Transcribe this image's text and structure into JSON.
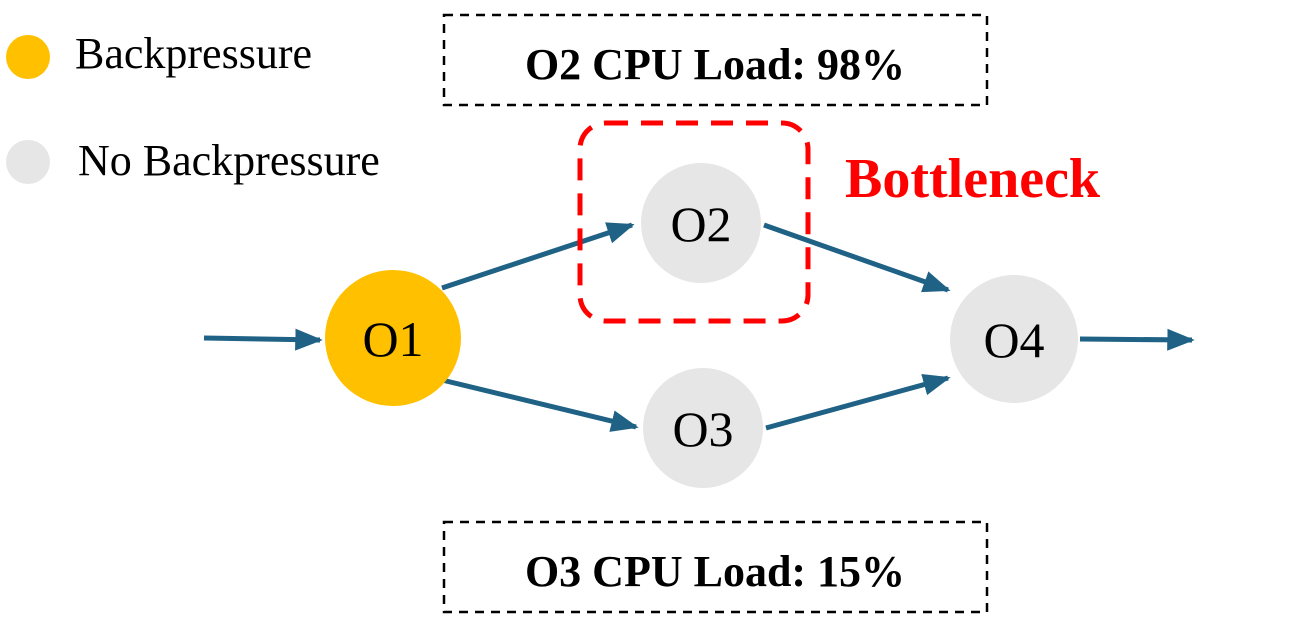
{
  "colors": {
    "backpressure": "#FFC000",
    "no_backpressure": "#E6E6E6",
    "edge": "#1F6285",
    "bottleneck": "#FF0000",
    "text": "#000000",
    "box_border": "#000000"
  },
  "legend": {
    "backpressure_label": "Backpressure",
    "no_backpressure_label": "No Backpressure"
  },
  "boxes": {
    "o2_load": "O2 CPU Load: 98%",
    "o3_load": "O3 CPU Load: 15%"
  },
  "bottleneck_label": "Bottleneck",
  "nodes": {
    "o1": {
      "label": "O1",
      "state": "backpressure"
    },
    "o2": {
      "label": "O2",
      "state": "no_backpressure"
    },
    "o3": {
      "label": "O3",
      "state": "no_backpressure"
    },
    "o4": {
      "label": "O4",
      "state": "no_backpressure"
    }
  },
  "edges": [
    {
      "from": "input",
      "to": "o1"
    },
    {
      "from": "o1",
      "to": "o2"
    },
    {
      "from": "o1",
      "to": "o3"
    },
    {
      "from": "o2",
      "to": "o4"
    },
    {
      "from": "o3",
      "to": "o4"
    },
    {
      "from": "o4",
      "to": "output"
    }
  ]
}
